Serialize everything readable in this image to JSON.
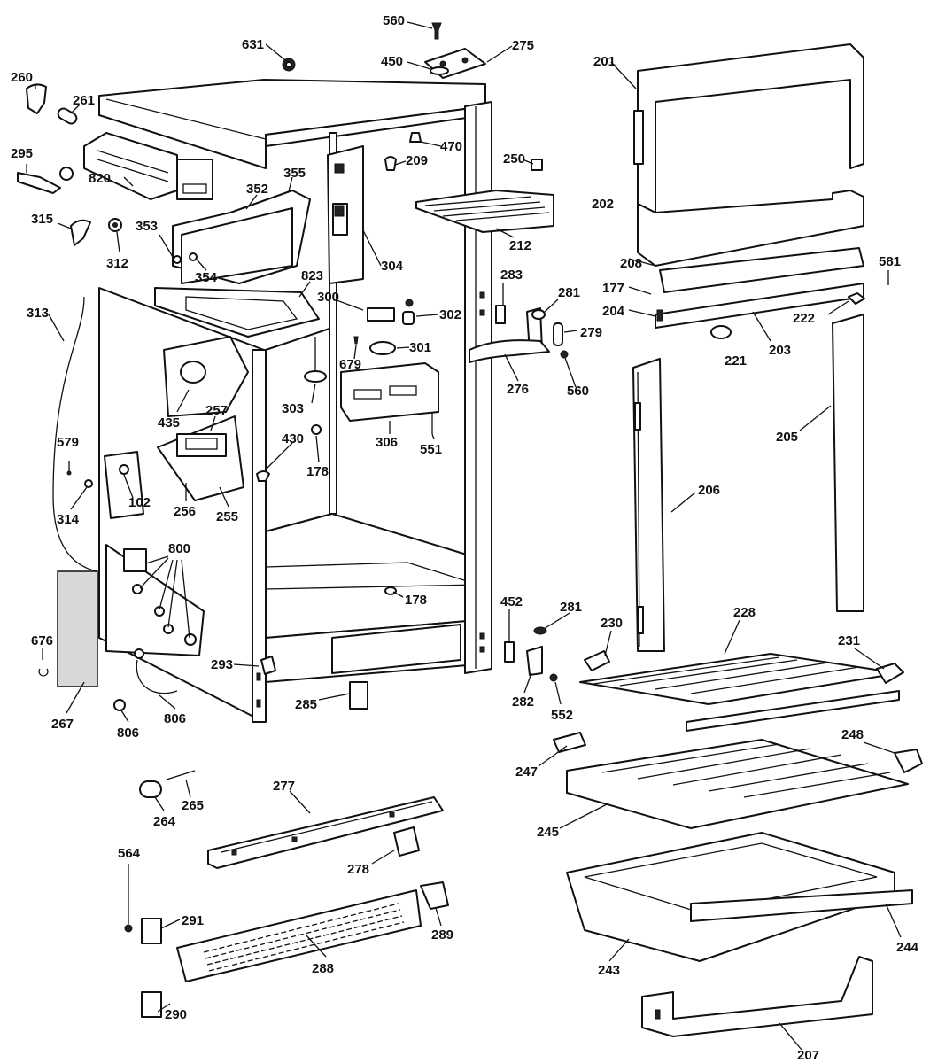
{
  "diagram": {
    "labels": [
      "560",
      "631",
      "450",
      "275",
      "201",
      "260",
      "261",
      "470",
      "209",
      "250",
      "295",
      "355",
      "352",
      "820",
      "353",
      "315",
      "312",
      "354",
      "304",
      "212",
      "823",
      "283",
      "281",
      "581",
      "202",
      "208",
      "177",
      "204",
      "222",
      "279",
      "203",
      "221",
      "300",
      "302",
      "313",
      "301",
      "679",
      "276",
      "560",
      "435",
      "257",
      "303",
      "430",
      "178",
      "306",
      "551",
      "205",
      "579",
      "102",
      "256",
      "255",
      "314",
      "206",
      "800",
      "452",
      "281",
      "230",
      "228",
      "231",
      "676",
      "293",
      "285",
      "178",
      "282",
      "552",
      "267",
      "806",
      "806",
      "247",
      "248",
      "277",
      "264",
      "265",
      "245",
      "564",
      "278",
      "291",
      "289",
      "288",
      "243",
      "244",
      "290",
      "207"
    ]
  }
}
